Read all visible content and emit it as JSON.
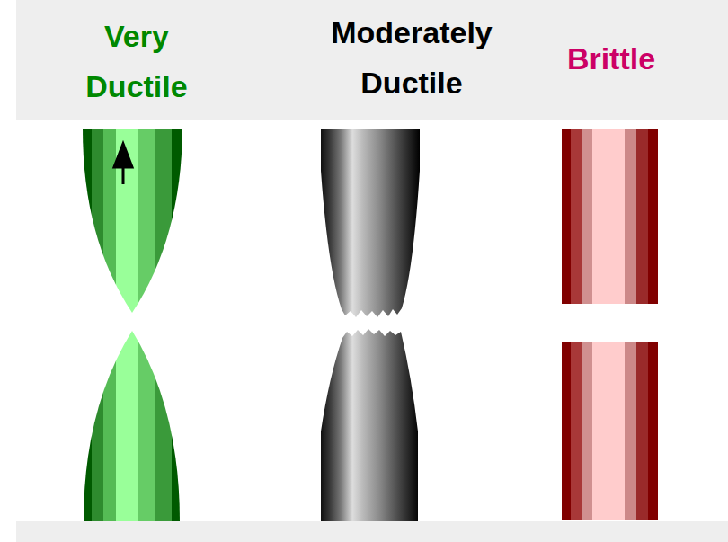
{
  "diagram": {
    "labels": [
      "Very Ductile",
      "Moderately Ductile",
      "Brittle"
    ]
  }
}
